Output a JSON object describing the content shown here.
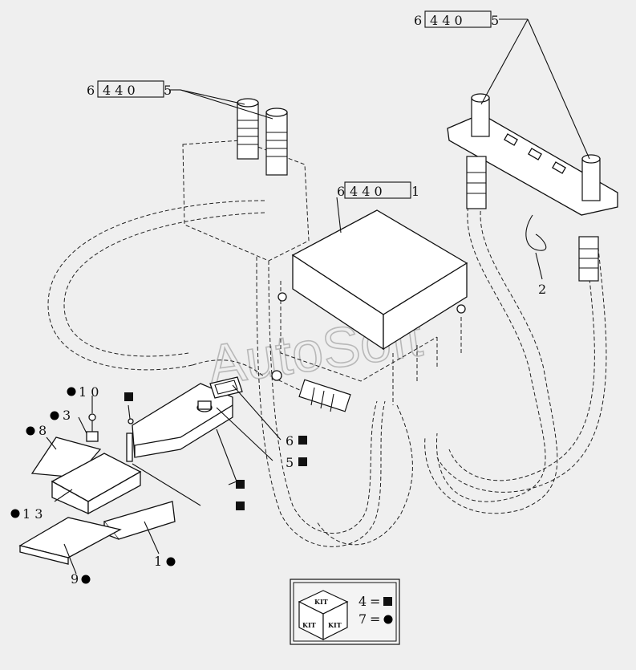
{
  "watermark": "AutoSoft",
  "refs": {
    "r1": "6",
    "r1_box": "4 4   0",
    "r1_tail": "5",
    "r2": "6",
    "r2_box": "4 4   0",
    "r2_tail": "5",
    "r3": "6",
    "r3_box": "4 4   0",
    "r3_tail": "1"
  },
  "labels": {
    "p2": "2",
    "p10": "1 0",
    "p3": "3",
    "p8": "8",
    "p13": "1 3",
    "p6": "6",
    "p5": "5",
    "p1": "1",
    "p9": "9"
  },
  "legend": {
    "kit_text": "KIT",
    "line1_num": "4",
    "line2_num": "7",
    "eq": "="
  }
}
